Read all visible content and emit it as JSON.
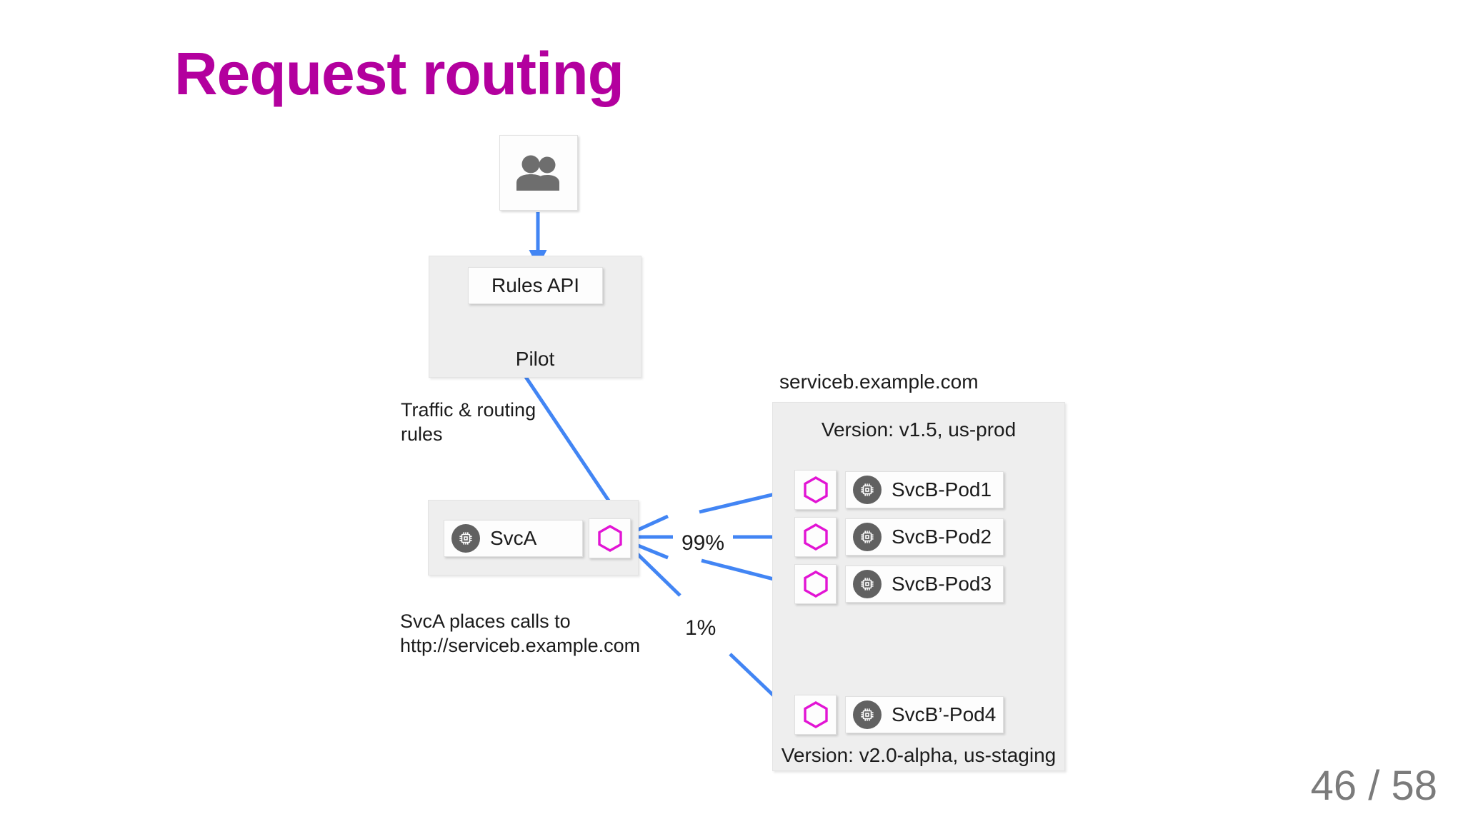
{
  "slide": {
    "title": "Request routing",
    "title_color": "#b3009e",
    "page_counter": "46 / 58",
    "background": "#ffffff"
  },
  "colors": {
    "arrow_blue": "#4285f4",
    "proxy_magenta": "#e214d4",
    "panel_gray": "#eeeeee",
    "chip_gray": "#616161",
    "page_counter_gray": "#7b7b7b"
  },
  "nodes": {
    "users": {
      "icon": "users-icon"
    },
    "pilot": {
      "panel_label": "Pilot",
      "inner_box_label": "Rules API"
    },
    "traffic_note": "Traffic & routing\nrules",
    "svca": {
      "label": "SvcA",
      "icon": "chip-icon",
      "proxy_icon": "hexagon-proxy-icon"
    },
    "svca_note": "SvcA places calls to\nhttp://serviceb.example.com"
  },
  "serviceb": {
    "hostname": "serviceb.example.com",
    "version_top": "Version: v1.5, us-prod",
    "version_bottom": "Version: v2.0-alpha, us-staging",
    "pods": [
      {
        "label": "SvcB-Pod1",
        "icon": "chip-icon",
        "proxy_icon": "hexagon-proxy-icon"
      },
      {
        "label": "SvcB-Pod2",
        "icon": "chip-icon",
        "proxy_icon": "hexagon-proxy-icon"
      },
      {
        "label": "SvcB-Pod3",
        "icon": "chip-icon",
        "proxy_icon": "hexagon-proxy-icon"
      },
      {
        "label": "SvcB’-Pod4",
        "icon": "chip-icon",
        "proxy_icon": "hexagon-proxy-icon"
      }
    ]
  },
  "traffic_split": {
    "primary_percent": "99%",
    "canary_percent": "1%"
  }
}
